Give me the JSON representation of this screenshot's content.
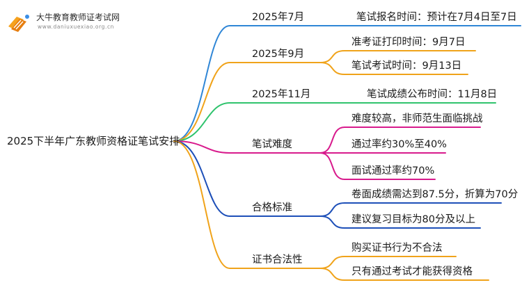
{
  "logo": {
    "name": "大牛教育教师证考试网",
    "url": "www.daniuxuexiao.org.cn"
  },
  "root": "2025下半年广东教师资格证笔试安排",
  "colors": {
    "blue": "#2f86d6",
    "orange": "#f0a31a",
    "green": "#2fc36d",
    "magenta": "#d81a8c",
    "navy": "#1d4fb8",
    "purple": "#7a3fb8"
  },
  "branches": [
    {
      "label": "2025年7月",
      "color": "blue",
      "children": [
        "笔试报名时间：预计在7月4日至7日"
      ]
    },
    {
      "label": "2025年9月",
      "color": "orange",
      "children": [
        "准考证打印时间：9月7日",
        "笔试考试时间：9月13日"
      ]
    },
    {
      "label": "2025年11月",
      "color": "green",
      "children": [
        "笔试成绩公布时间：11月8日"
      ]
    },
    {
      "label": "笔试难度",
      "color": "magenta",
      "children": [
        "难度较高，非师范生面临挑战",
        "通过率约30%至40%",
        "面试通过率约70%"
      ]
    },
    {
      "label": "合格标准",
      "color": "navy",
      "children": [
        "卷面成绩需达到87.5分，折算为70分",
        "建议复习目标为80分及以上"
      ]
    },
    {
      "label": "证书合法性",
      "color": "orange",
      "children": [
        "购买证书行为不合法",
        "只有通过考试才能获得资格"
      ]
    }
  ]
}
